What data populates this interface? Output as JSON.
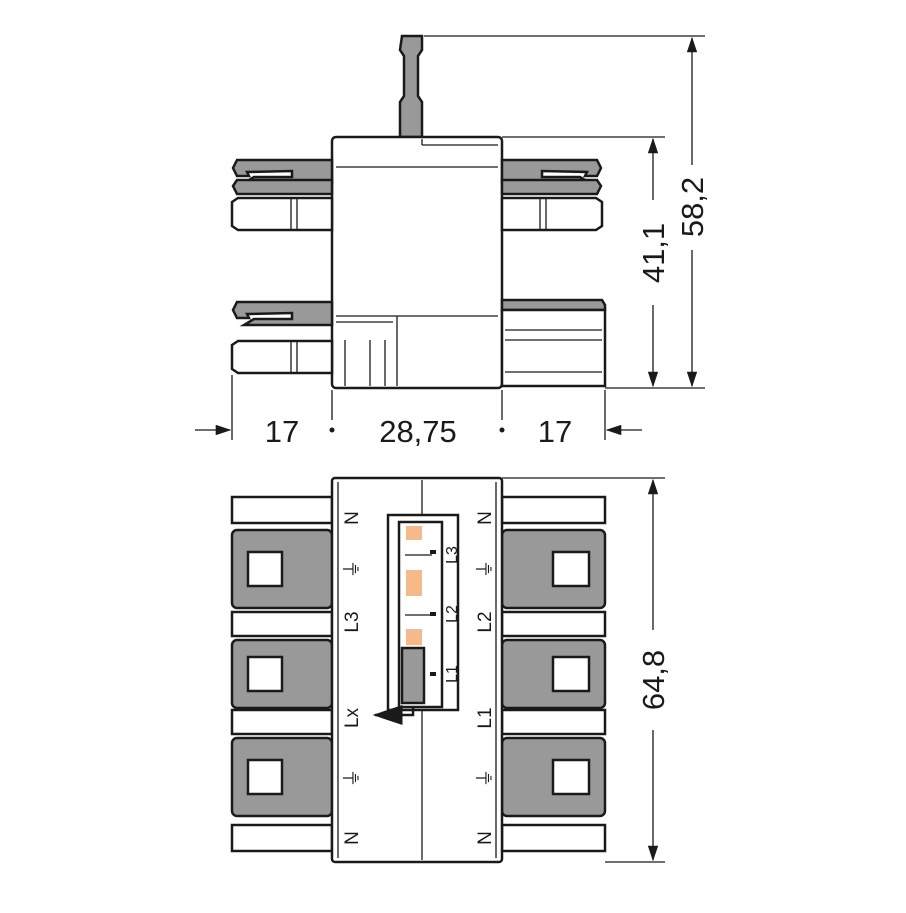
{
  "dimensions": {
    "left_width": "17",
    "body_width": "28,75",
    "right_width": "17",
    "body_height": "41,1",
    "total_height": "58,2",
    "bottom_length": "64,8"
  },
  "left_markings": [
    "N",
    "⏚",
    "L3",
    "Lx",
    "⏚",
    "N"
  ],
  "right_markings": [
    "N",
    "⏚",
    "L2",
    "L1",
    "⏚",
    "N"
  ],
  "selector_markings": [
    "L3",
    "L2",
    "L1"
  ],
  "colors": {
    "gray": "#999999",
    "orange": "#f5b98a",
    "line": "#1a1a1a"
  }
}
